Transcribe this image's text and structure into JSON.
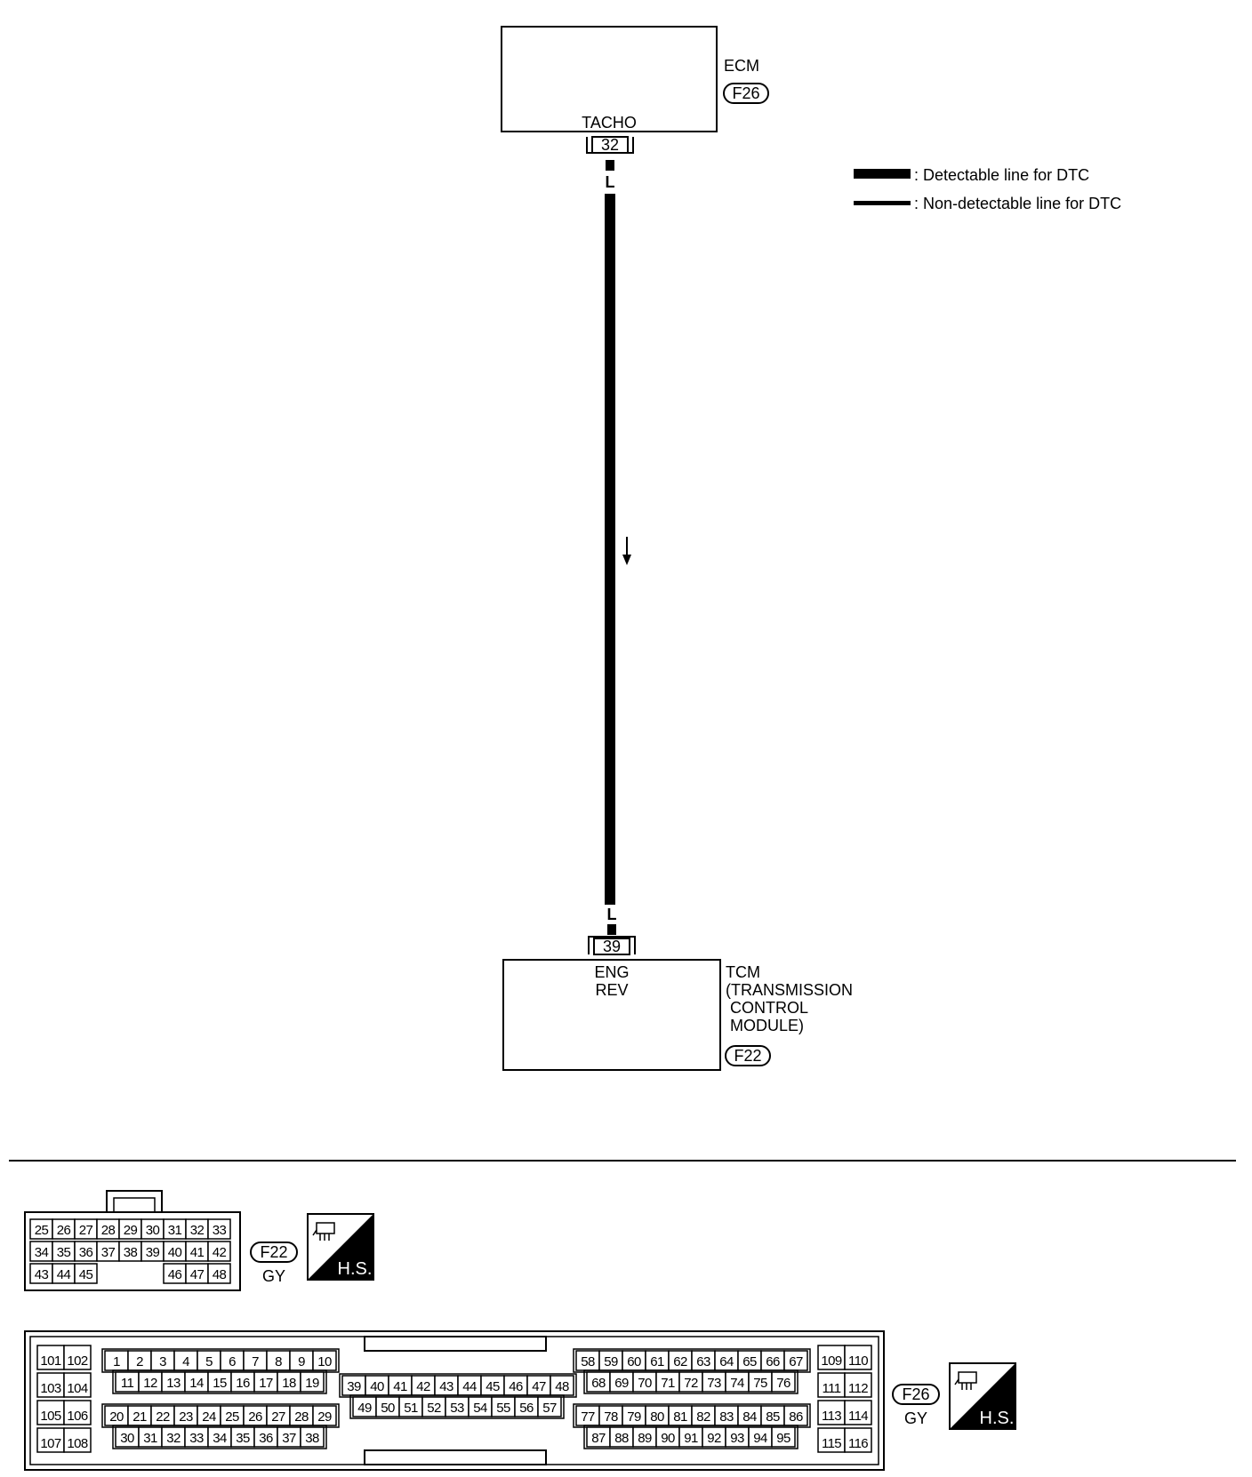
{
  "ecm": {
    "name": "ECM",
    "connector": "F26",
    "terminal_name": "TACHO",
    "terminal": "32"
  },
  "tcm": {
    "name_lines": [
      "TCM",
      "(TRANSMISSION",
      " CONTROL",
      " MODULE)"
    ],
    "connector": "F22",
    "terminal_name_lines": [
      "ENG",
      "REV"
    ],
    "terminal": "39"
  },
  "wire": {
    "color_top": "L",
    "color_bottom": "L"
  },
  "legend": {
    "detectable": ": Detectable line for DTC",
    "non_detectable": ": Non-detectable line for DTC"
  },
  "connector_f22": {
    "id": "F22",
    "color": "GY",
    "hs": "H.S.",
    "rows": [
      [
        "25",
        "26",
        "27",
        "28",
        "29",
        "30",
        "31",
        "32",
        "33"
      ],
      [
        "34",
        "35",
        "36",
        "37",
        "38",
        "39",
        "40",
        "41",
        "42"
      ],
      [
        "43",
        "44",
        "45",
        "46",
        "47",
        "48"
      ]
    ]
  },
  "connector_f26": {
    "id": "F26",
    "color": "GY",
    "hs": "H.S.",
    "left_pairs": [
      [
        "101",
        "102"
      ],
      [
        "103",
        "104"
      ],
      [
        "105",
        "106"
      ],
      [
        "107",
        "108"
      ]
    ],
    "right_pairs": [
      [
        "109",
        "110"
      ],
      [
        "111",
        "112"
      ],
      [
        "113",
        "114"
      ],
      [
        "115",
        "116"
      ]
    ],
    "blocks": [
      [
        "1",
        "2",
        "3",
        "4",
        "5",
        "6",
        "7",
        "8",
        "9",
        "10"
      ],
      [
        "11",
        "12",
        "13",
        "14",
        "15",
        "16",
        "17",
        "18",
        "19"
      ],
      [
        "20",
        "21",
        "22",
        "23",
        "24",
        "25",
        "26",
        "27",
        "28",
        "29"
      ],
      [
        "30",
        "31",
        "32",
        "33",
        "34",
        "35",
        "36",
        "37",
        "38"
      ],
      [
        "39",
        "40",
        "41",
        "42",
        "43",
        "44",
        "45",
        "46",
        "47",
        "48"
      ],
      [
        "49",
        "50",
        "51",
        "52",
        "53",
        "54",
        "55",
        "56",
        "57"
      ],
      [
        "58",
        "59",
        "60",
        "61",
        "62",
        "63",
        "64",
        "65",
        "66",
        "67"
      ],
      [
        "68",
        "69",
        "70",
        "71",
        "72",
        "73",
        "74",
        "75",
        "76"
      ],
      [
        "77",
        "78",
        "79",
        "80",
        "81",
        "82",
        "83",
        "84",
        "85",
        "86"
      ],
      [
        "87",
        "88",
        "89",
        "90",
        "91",
        "92",
        "93",
        "94",
        "95"
      ]
    ]
  }
}
